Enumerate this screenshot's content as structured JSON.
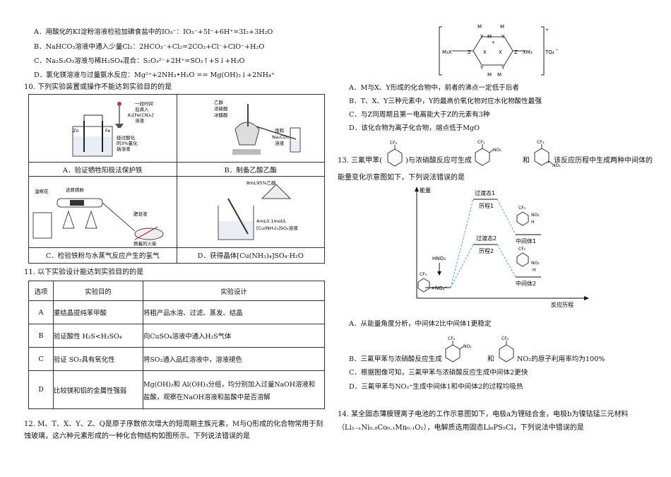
{
  "left": {
    "q9_options": [
      "A．用酸化的KI淀粉溶液检验加碘食盐中的IO₃⁻：IO₃⁻+5I⁻+6H⁺=3I₂+3H₂O",
      "B．NaHCO₃溶液中通入少量Cl₂：2HCO₃⁻+Cl₂=2CO₂+Cl⁻+ClO⁻+H₂O",
      "C．Na₂S₂O₃溶液与稀H₂SO₄混合：S₂O₃²⁻+2H⁺=SO₂↑+S↓+H₂O",
      "D．氯化镁溶液与过量氨水反应：Mg²⁺+2NH₃•H₂O == Mg(OH)₂↓+2NH₄⁺"
    ],
    "q10": {
      "stem": "10. 下列实验装置或操作不能达到实验目的的是",
      "captions": [
        "A．验证牺牲阳极法保护铁",
        "B．制备乙酸乙酯",
        "C．检验铁粉与水蒸气反应产生的氢气",
        "D．获得晶体[Cu(NH₃)₄]SO₄·H₂O"
      ],
      "a_labels": [
        "一段时间",
        "后滴入",
        "K₃[Fe(CN)₆]",
        "溶液",
        "Zn",
        "Fe",
        "经过酸化",
        "的3%氯化",
        "钠溶液"
      ],
      "b_labels": [
        "乙醇",
        "浓硫酸",
        "冰醋酸",
        "饱和",
        "Na₂CO₃",
        "溶液"
      ],
      "c_labels": [
        "湿棉花",
        "还原铁粉",
        "肥皂液",
        "燃着的火柴"
      ],
      "d_labels": [
        "8mL95%乙醇",
        "4mL0.1mol/L",
        "[Cu(NH₃)₄]SO₄溶液"
      ]
    },
    "q11": {
      "stem": "11. 以下实验设计能达到实验目的的是",
      "headers": [
        "选项",
        "实验目的",
        "实验设计"
      ],
      "rows": [
        [
          "A",
          "重结晶提纯苯甲酸",
          "将粗产品水溶、过滤、蒸发、结晶"
        ],
        [
          "B",
          "验证酸性 H₂S<H₂SO₄",
          "向CuSO₄溶液中通入H₂S气体"
        ],
        [
          "C",
          "验证 SO₂具有氧化性",
          "将SO₂通入品红溶液中，溶液褪色"
        ],
        [
          "D",
          "比较镁和铝的金属性强弱",
          "Mg(OH)₂和 Al(OH)₃分组，均分别加入过量NaOH溶液和",
          "盐酸，观察在NaOH溶液和盐酸中是否溶解"
        ]
      ]
    },
    "q12_stem": [
      "12. M、T、X、Y、Z、Q是原子序数依次增大的短周期主族元素，M与Q形成的化合物常用于刻",
      "蚀玻璃，这六种元素形成的一种化合物结构如图所示。下列说法错误的是"
    ]
  },
  "right": {
    "q12_struct_labels": [
      "M",
      "M",
      "M",
      "Y",
      "Y",
      "X",
      "X",
      "M₃X",
      "Z",
      "Z",
      "XM₃",
      "Y",
      "Y",
      "M",
      "M",
      "+",
      "+",
      "TQ₄",
      "−"
    ],
    "q12_options": [
      "A．M与X、Y形成的化合物中，前者的沸点一定低于后者",
      "B．T、X、Y三种元素中，Y的最高价氧化物对应水化物酸性最强",
      "C．与Z同周期且第一电离能大于Z的元素有3种",
      "D．该化合物为离子化合物，熔点低于MgO"
    ],
    "q13": {
      "stem_a": "13. 三氟甲苯(",
      "stem_b": ")与浓硝酸反应可生成",
      "stem_c": "和",
      "stem_d": "，该反应历程中生成两种中间体的",
      "stem_line2": "能量变化示意图如下，下列说法错误的是",
      "diagram": {
        "y_label": "能量",
        "x_label": "反应历程",
        "ts1": "过渡态1",
        "path1": "历程1",
        "ts2": "过渡态2",
        "path2": "历程2",
        "int1": "中间体1",
        "int2": "中间体2",
        "reagent": "HNO₃",
        "electrophile": "+NO₂⁺",
        "cf3": "CF₃",
        "no2": "NO₂",
        "h": "H"
      },
      "options": [
        "A．从能量角度分析，中间体2比中间体1更稳定",
        "B．三氟甲苯与浓硝酸反应生成",
        "和",
        "的原子利用率均为100%",
        "C．根据图像可知，三氟甲苯与浓硝酸反应生成中间体2更快",
        "D．三氟甲苯与NO₂⁺生成中间体1和中间体2的过程均吸热"
      ]
    },
    "q14": [
      "14. 某全固态薄膜锂离子电池的工作示意图如下，电极a为锂硅合金，电极b为镍钴锰三元材料",
      "（Li₁₋ₓNi₀.₈Co₀.₁Mn₀.₁O₂），电解质选用固态Li₆PS₅Cl，下列说法中错误的是"
    ]
  }
}
